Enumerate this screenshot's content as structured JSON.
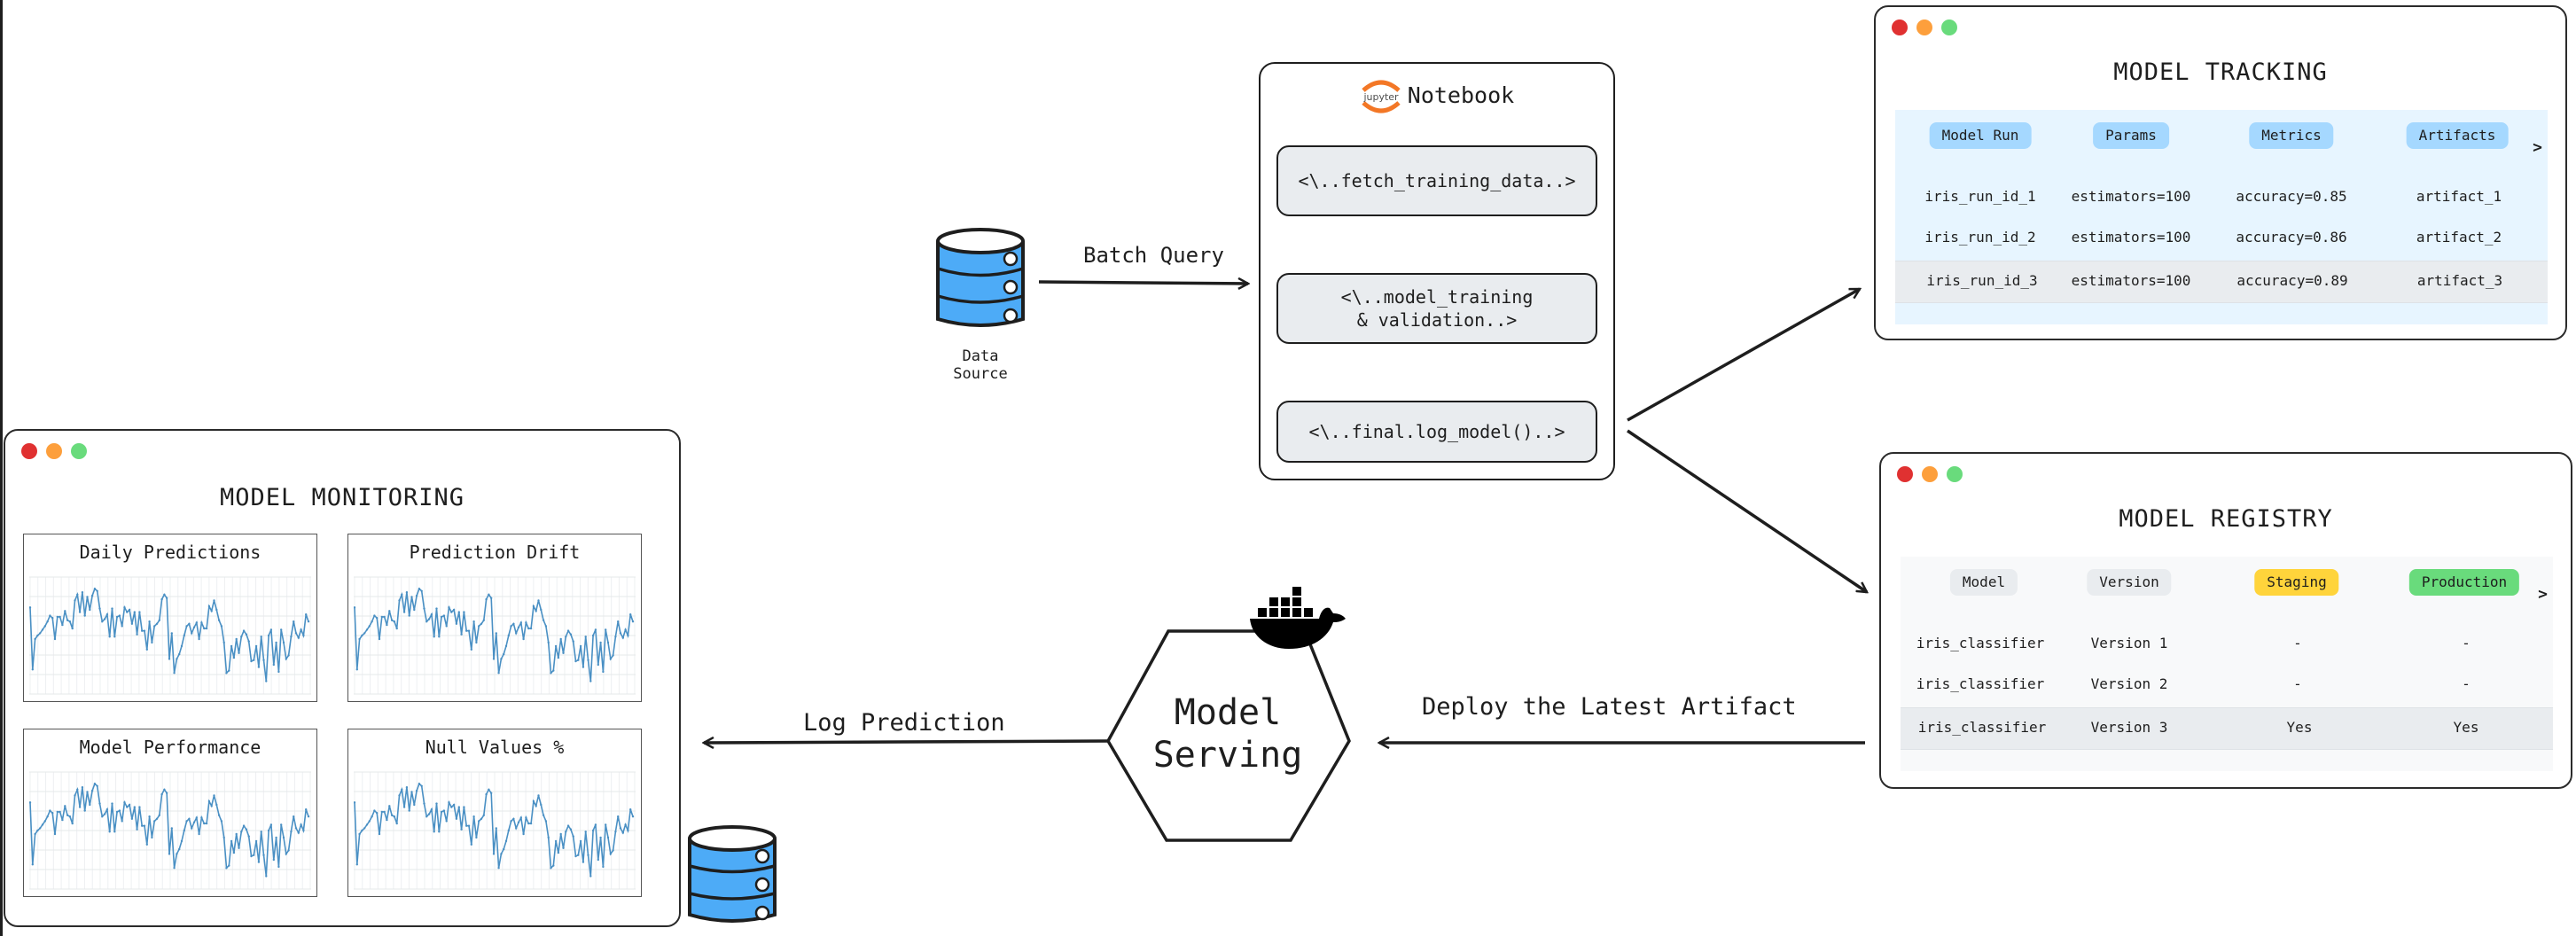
{
  "data_source": {
    "label_line1": "Data",
    "label_line2": "Source"
  },
  "arrows": {
    "batch_query": "Batch Query",
    "log_prediction": "Log Prediction",
    "deploy": "Deploy the Latest Artifact"
  },
  "notebook": {
    "logo_text": "jupyter",
    "title": "Notebook",
    "steps": [
      {
        "line1": "<\\..fetch_training_data..>",
        "line2": ""
      },
      {
        "line1": "<\\..model_training",
        "line2": "& validation..>"
      },
      {
        "line1": "<\\..final.log_model()..>",
        "line2": ""
      }
    ]
  },
  "serving": {
    "line1": "Model",
    "line2": "Serving",
    "icon": "docker-whale-icon"
  },
  "tracking": {
    "title": "MODEL TRACKING",
    "headers": [
      "Model Run",
      "Params",
      "Metrics",
      "Artifacts"
    ],
    "more": ">",
    "rows": [
      [
        "iris_run_id_1",
        "estimators=100",
        "accuracy=0.85",
        "artifact_1"
      ],
      [
        "iris_run_id_2",
        "estimators=100",
        "accuracy=0.86",
        "artifact_2"
      ],
      [
        "iris_run_id_3",
        "estimators=100",
        "accuracy=0.89",
        "artifact_3"
      ]
    ],
    "header_color": "#a5d8ff",
    "bg_color": "#e7f5ff"
  },
  "registry": {
    "title": "MODEL REGISTRY",
    "headers": [
      "Model",
      "Version",
      "Staging",
      "Production"
    ],
    "more": ">",
    "rows": [
      [
        "iris_classifier",
        "Version 1",
        "-",
        "-"
      ],
      [
        "iris_classifier",
        "Version 2",
        "-",
        "-"
      ],
      [
        "iris_classifier",
        "Version 3",
        "Yes",
        "Yes"
      ]
    ],
    "staging_color": "#ffd43b",
    "production_color": "#69db7c"
  },
  "monitoring": {
    "title": "MODEL MONITORING",
    "charts": [
      {
        "title": "Daily Predictions"
      },
      {
        "title": "Prediction Drift"
      },
      {
        "title": "Model Performance"
      },
      {
        "title": "Null Values %"
      }
    ]
  },
  "chart_data": {
    "type": "line",
    "title": "Monitoring time series (same series in all 4 panels)",
    "xlabel": "",
    "ylabel": "",
    "ylim": [
      0,
      1
    ],
    "grid": true,
    "line_color": "#4a90c4",
    "values": [
      0.74,
      0.21,
      0.47,
      0.5,
      0.52,
      0.55,
      0.58,
      0.62,
      0.67,
      0.65,
      0.47,
      0.66,
      0.66,
      0.59,
      0.71,
      0.63,
      0.62,
      0.56,
      0.8,
      0.85,
      0.7,
      0.87,
      0.67,
      0.83,
      0.72,
      0.84,
      0.9,
      0.88,
      0.73,
      0.62,
      0.64,
      0.68,
      0.49,
      0.73,
      0.49,
      0.66,
      0.67,
      0.58,
      0.74,
      0.7,
      0.72,
      0.6,
      0.7,
      0.51,
      0.7,
      0.54,
      0.54,
      0.38,
      0.62,
      0.44,
      0.58,
      0.6,
      0.63,
      0.81,
      0.85,
      0.82,
      0.3,
      0.52,
      0.18,
      0.3,
      0.34,
      0.41,
      0.5,
      0.58,
      0.6,
      0.52,
      0.57,
      0.61,
      0.47,
      0.61,
      0.56,
      0.56,
      0.75,
      0.71,
      0.8,
      0.72,
      0.63,
      0.58,
      0.44,
      0.18,
      0.2,
      0.41,
      0.31,
      0.47,
      0.35,
      0.49,
      0.54,
      0.51,
      0.45,
      0.28,
      0.29,
      0.41,
      0.23,
      0.49,
      0.29,
      0.11,
      0.5,
      0.55,
      0.25,
      0.44,
      0.19,
      0.55,
      0.44,
      0.3,
      0.33,
      0.49,
      0.62,
      0.52,
      0.48,
      0.55,
      0.5,
      0.68,
      0.62
    ]
  }
}
